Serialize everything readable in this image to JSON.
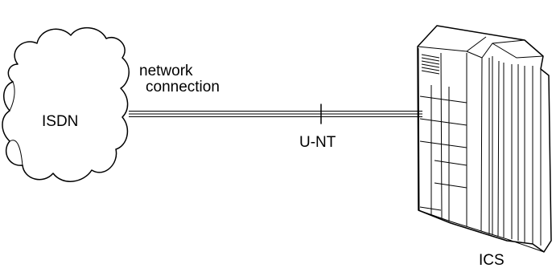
{
  "diagram": {
    "cloud_label": "ISDN",
    "connection_label_line1": "network",
    "connection_label_line2": "connection",
    "interface_label": "U-NT",
    "system_label": "ICS"
  }
}
